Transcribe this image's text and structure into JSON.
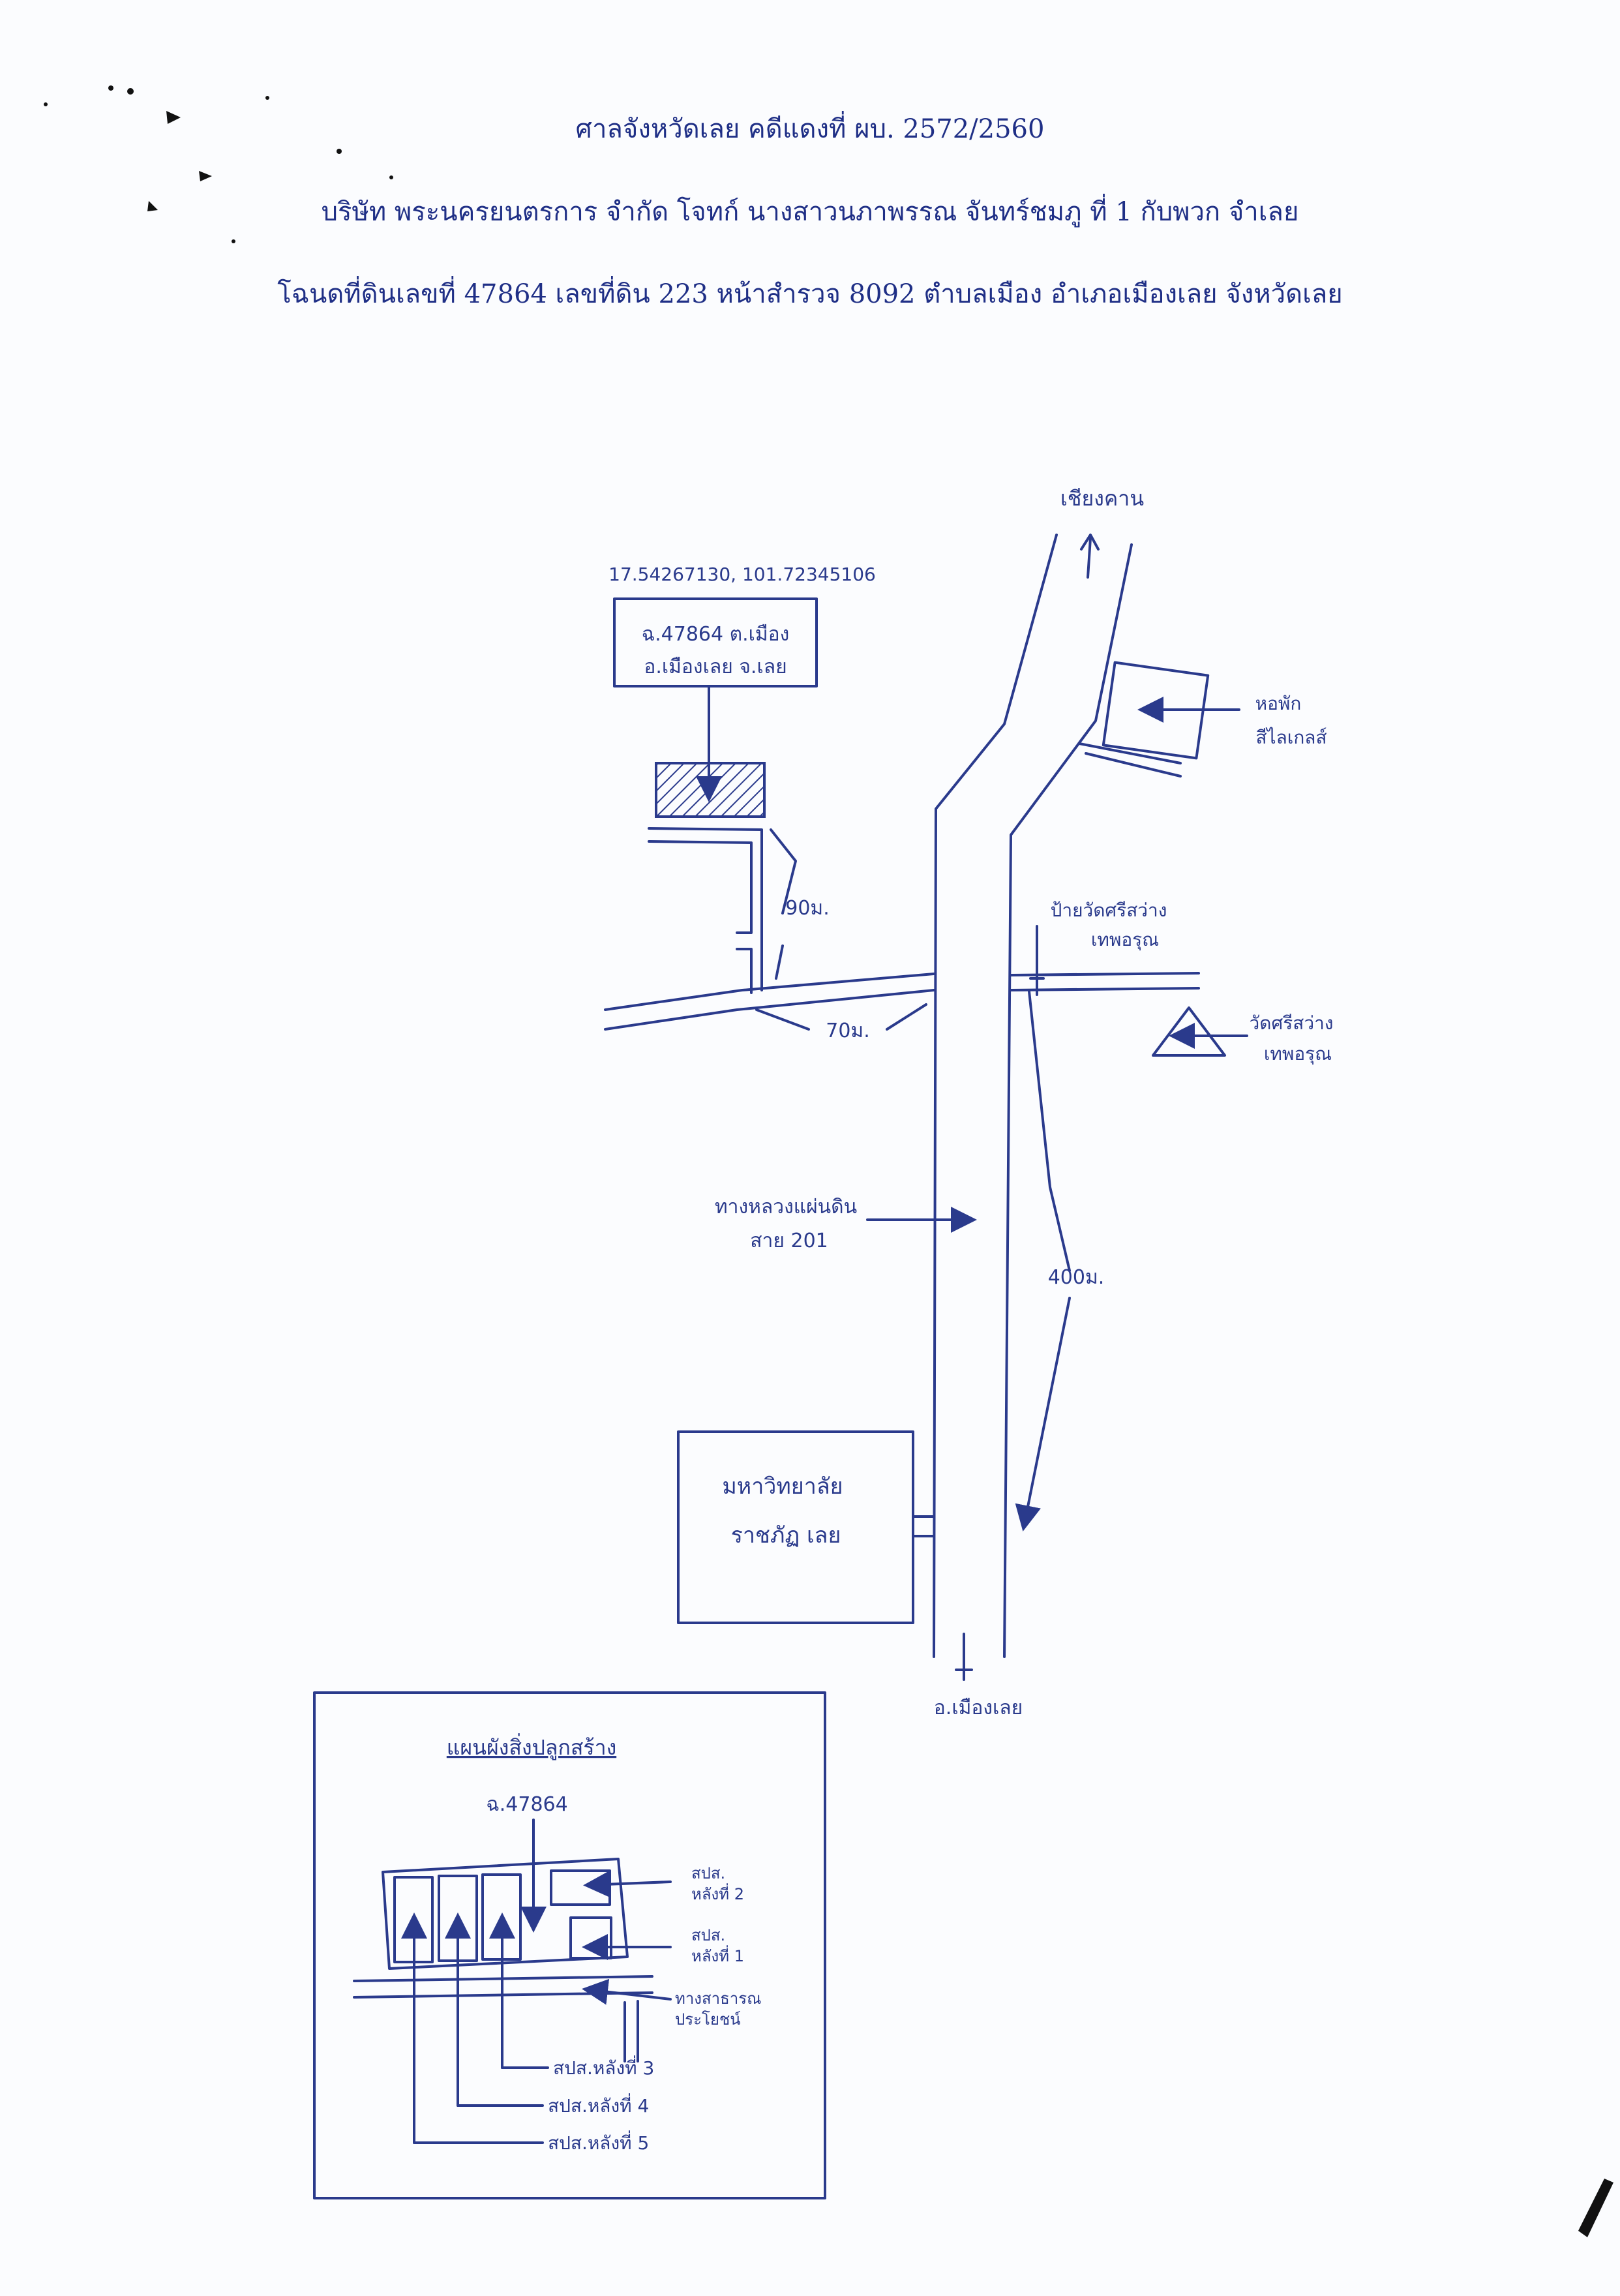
{
  "header": {
    "line1": "ศาลจังหวัดเลย คดีแดงที่ ผบ. 2572/2560",
    "line2": "บริษัท พระนครยนตรการ จำกัด โจทก์ นางสาวนภาพรรณ จันทร์ชมภู ที่ 1 กับพวก จำเลย",
    "line3": "โฉนดที่ดินเลขที่ 47864 เลขที่ดิน 223 หน้าสำรวจ 8092 ตำบลเมือง อำเภอเมืองเลย จังหวัดเลย"
  },
  "map": {
    "north_label": "เชียงคาน",
    "coordinates": "17.54267130, 101.72345106",
    "parcel_label_line1": "ฉ.47864 ต.เมือง",
    "parcel_label_line2": "อ.เมืองเลย จ.เลย",
    "distance_side_road": "90ม.",
    "distance_frontage": "70ม.",
    "distance_main": "400ม.",
    "dormitory_line1": "หอพัก",
    "dormitory_line2": "สีไลเกลส์",
    "temple_sign_line1": "ป้ายวัดศรีสว่าง",
    "temple_sign_line2": "เทพอรุณ",
    "temple_line1": "วัดศรีสว่าง",
    "temple_line2": "เทพอรุณ",
    "highway_line1": "ทางหลวงแผ่นดิน",
    "highway_line2": "สาย 201",
    "university_line1": "มหาวิทยาลัย",
    "university_line2": "ราชภัฏ เลย",
    "south_label": "อ.เมืองเลย"
  },
  "inset": {
    "title": "แผนผังสิ่งปลูกสร้าง",
    "parcel": "ฉ.47864",
    "building_2": [
      "สปส.",
      "หลังที่ 2"
    ],
    "building_1": [
      "สปส.",
      "หลังที่ 1"
    ],
    "road": [
      "ทางสาธารณ",
      "ประโยชน์"
    ],
    "building_3": "สปส.หลังที่ 3",
    "building_4": "สปส.หลังที่ 4",
    "building_5": "สปส.หลังที่ 5"
  },
  "colors": {
    "ink": "#2a3a8c",
    "header": "#1f2f86",
    "paper": "#fbfcfe"
  }
}
